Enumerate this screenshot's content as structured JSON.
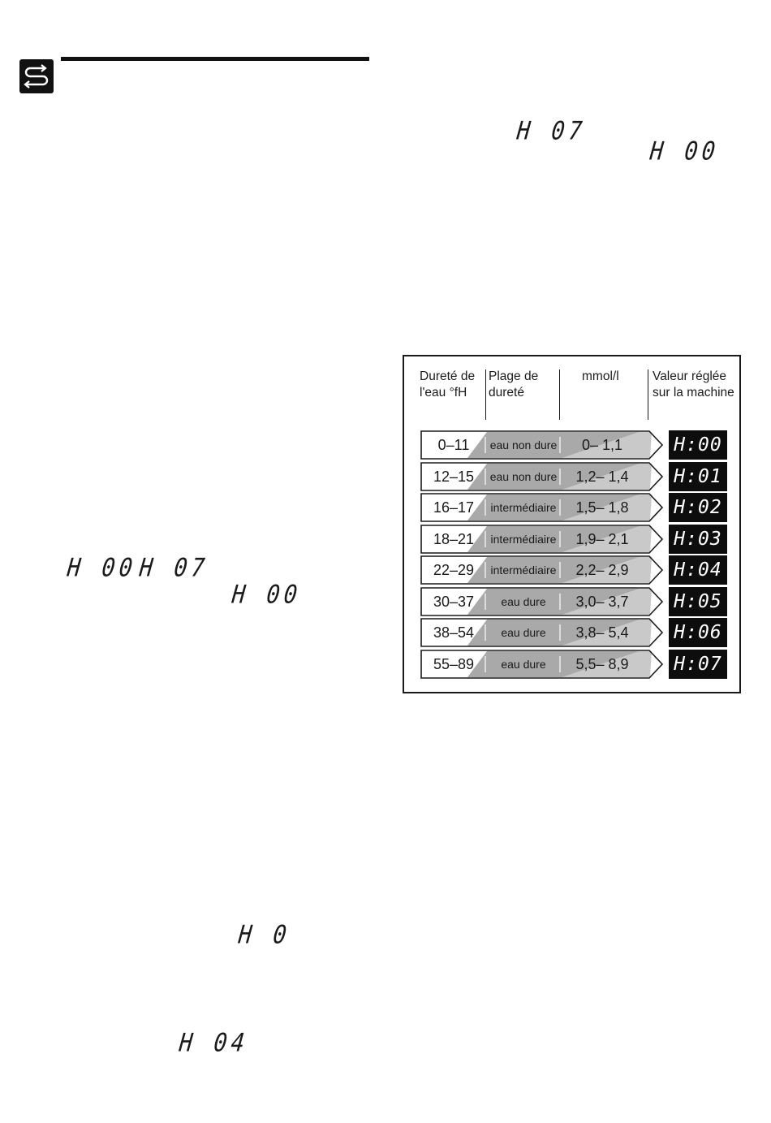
{
  "section_icon": "s-swap-arrows-icon",
  "display_codes": {
    "top_a": "H 07",
    "top_b": "H 00",
    "left_a": "H 00",
    "left_b": "H 07",
    "left_c": "H 00",
    "lower_a": "H 0",
    "lower_b": "H 04"
  },
  "hardness_table": {
    "headers": {
      "hardness": [
        "Dureté de",
        "l'eau °fH"
      ],
      "band": [
        "Plage de",
        "dureté"
      ],
      "mmol": [
        "mmol/l"
      ],
      "setting": [
        "Valeur réglée",
        "sur la machine"
      ]
    },
    "rows": [
      {
        "range": "0–11",
        "band": "eau non dure",
        "mmol": "0– 1,1",
        "code": "H:00"
      },
      {
        "range": "12–15",
        "band": "eau non dure",
        "mmol": "1,2– 1,4",
        "code": "H:01"
      },
      {
        "range": "16–17",
        "band": "intermédiaire",
        "mmol": "1,5– 1,8",
        "code": "H:02"
      },
      {
        "range": "18–21",
        "band": "intermédiaire",
        "mmol": "1,9– 2,1",
        "code": "H:03"
      },
      {
        "range": "22–29",
        "band": "intermédiaire",
        "mmol": "2,2– 2,9",
        "code": "H:04"
      },
      {
        "range": "30–37",
        "band": "eau dure",
        "mmol": "3,0– 3,7",
        "code": "H:05"
      },
      {
        "range": "38–54",
        "band": "eau dure",
        "mmol": "3,8– 5,4",
        "code": "H:06"
      },
      {
        "range": "55–89",
        "band": "eau dure",
        "mmol": "5,5– 8,9",
        "code": "H:07"
      }
    ]
  }
}
